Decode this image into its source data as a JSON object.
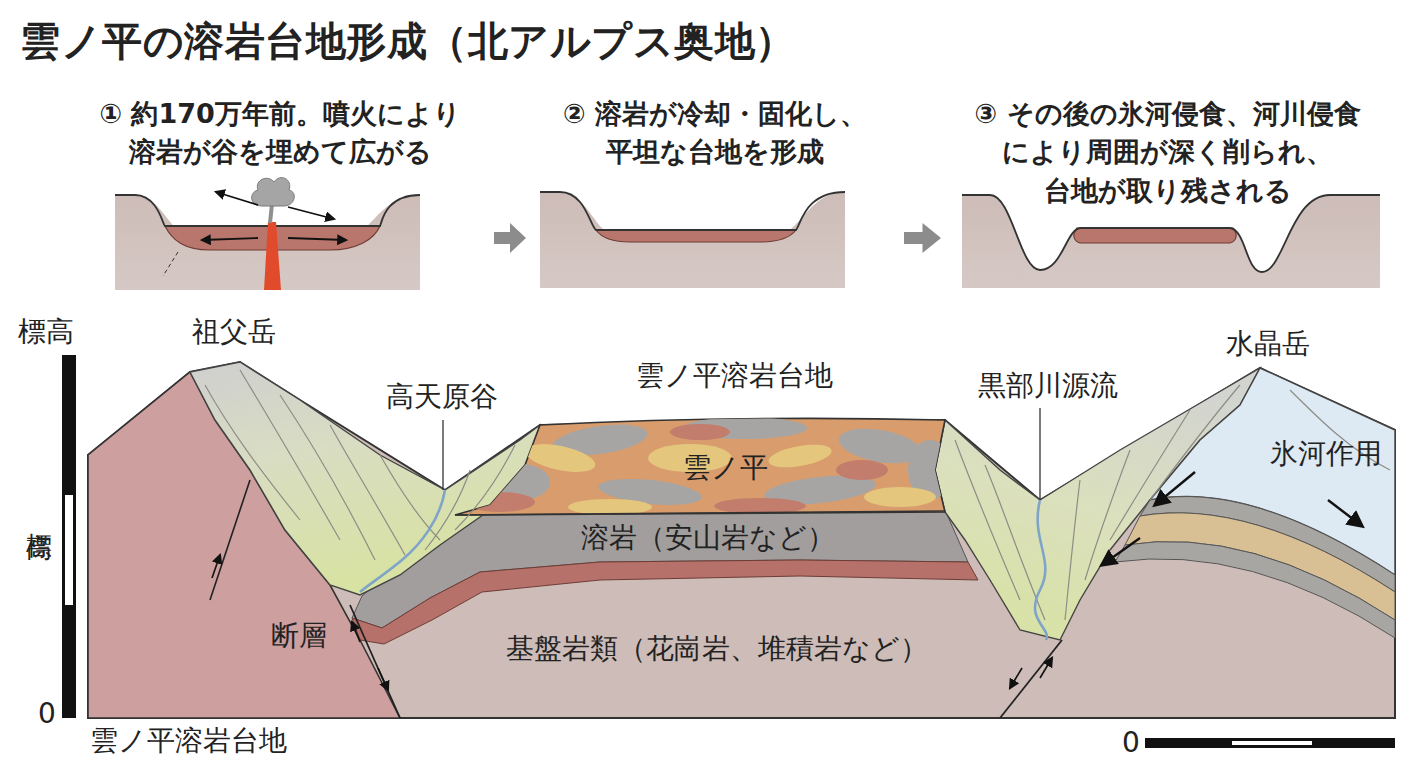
{
  "diagram": {
    "title": "雲ノ平の溶岩台地形成（北アルプス奥地）",
    "nodes": [
      {
        "text": [
          "① 約170万年前。噴火により 溶岩が谷を埋めて広がる"
        ]
      },
      {
        "text": [
          "② 溶岩が冷却・固化し、 平坦な台地を形成"
        ]
      },
      {
        "text": [
          "③ その後の氷河侵食、河川侵食 により周囲が深く削られ、 台地が取り残される"
        ]
      }
    ],
    "edges": [
      {
        "from": 0,
        "to": 1,
        "arrow": "to"
      },
      {
        "from": 1,
        "to": 2,
        "arrow": "to"
      }
    ],
    "labels": [
      "標高",
      "標高",
      "0",
      "祖父岳",
      "高天原谷",
      "雲ノ平溶岩台地",
      "雲ノ平",
      "溶岩（安山岩など）",
      "黒部川源流",
      "水晶岳",
      "氷河作用",
      "断層",
      "基盤岩類（花崗岩、堆積岩など）",
      "雲ノ平溶岩台地",
      "0"
    ]
  }
}
